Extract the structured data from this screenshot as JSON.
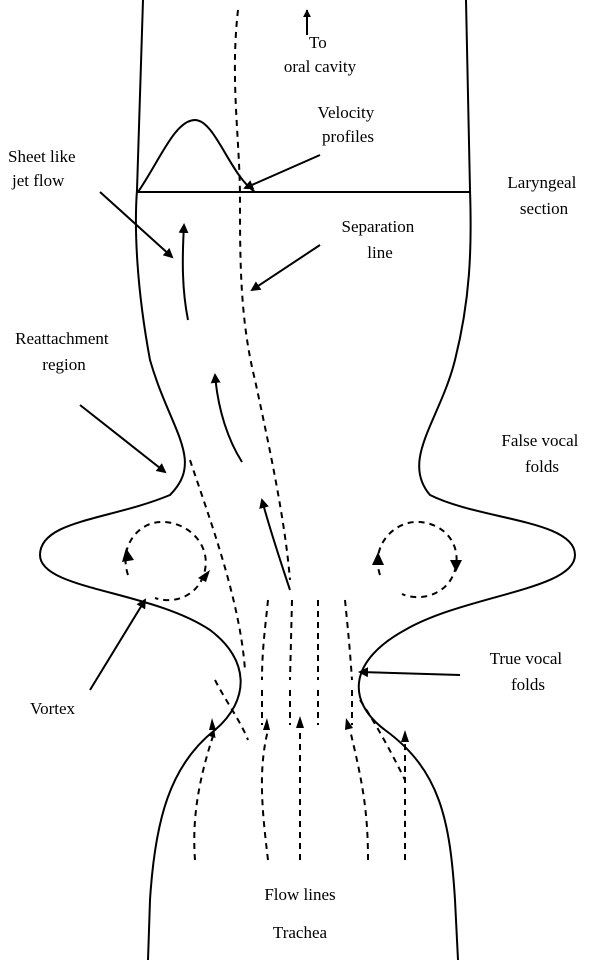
{
  "diagram": {
    "labels": {
      "to_oral_cavity": [
        "To",
        "oral cavity"
      ],
      "velocity_profiles": [
        "Velocity",
        "profiles"
      ],
      "sheet_like_jet_flow": [
        "Sheet like",
        "jet flow"
      ],
      "laryngeal_section": [
        "Laryngeal",
        "section"
      ],
      "separation_line": [
        "Separation",
        "line"
      ],
      "reattachment_region": [
        "Reattachment",
        "region"
      ],
      "false_vocal_folds": [
        "False vocal",
        "folds"
      ],
      "vortex": [
        "Vortex"
      ],
      "true_vocal_folds": [
        "True vocal",
        "folds"
      ],
      "flow_lines": [
        "Flow lines"
      ],
      "trachea": [
        "Trachea"
      ]
    },
    "colors": {
      "stroke": "#000000",
      "background": "#ffffff"
    }
  }
}
